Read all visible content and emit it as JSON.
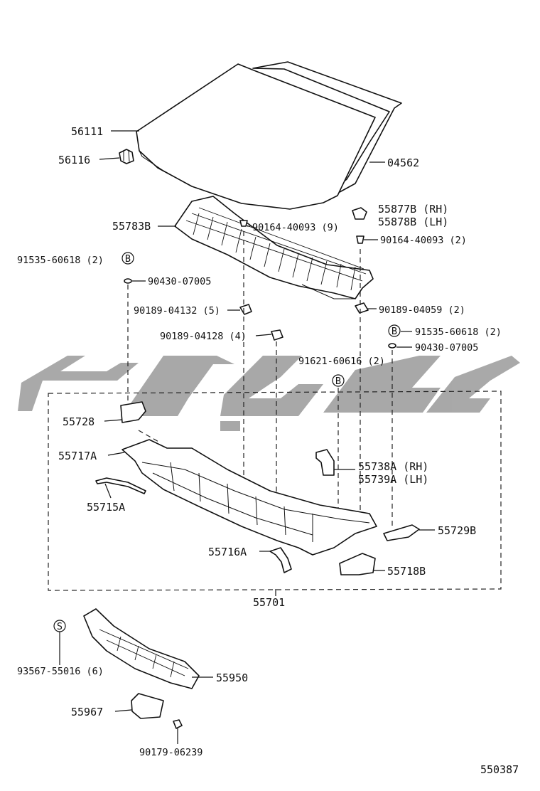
{
  "diagram_id": "550387",
  "labels": {
    "windshield_glass": "56111",
    "clip_56116": "56116",
    "weatherstrip": "04562",
    "cowl_louver": "55783B",
    "screw_top": "90164-40093 (9)",
    "seal_rh": "55877B (RH)",
    "seal_lh": "55878B (LH)",
    "screw_right": "90164-40093 (2)",
    "bolt_left": "91535-60618 (2)",
    "washer_left": "90430-07005",
    "nut_5": "90189-04132 (5)",
    "nut_4": "90189-04128 (4)",
    "nut_2": "90189-04059 (2)",
    "bolt_right": "91535-60618 (2)",
    "washer_right": "90430-07005",
    "bolt_center": "91621-60616 (2)",
    "bracket_55728": "55728",
    "panel_55717a": "55717A",
    "seal_55715a": "55715A",
    "bracket_rh": "55738A (RH)",
    "bracket_lh": "55739A (LH)",
    "bracket_55729b": "55729B",
    "hose_55716a": "55716A",
    "bracket_55718b": "55718B",
    "cowl_assembly": "55701",
    "screw_s": "93567-55016 (6)",
    "duct_55950": "55950",
    "bracket_55967": "55967",
    "nut_90179": "90179-06239"
  },
  "markers": {
    "bolt_marker": "B",
    "screw_marker": "S"
  },
  "watermark_text": "ايجي"
}
